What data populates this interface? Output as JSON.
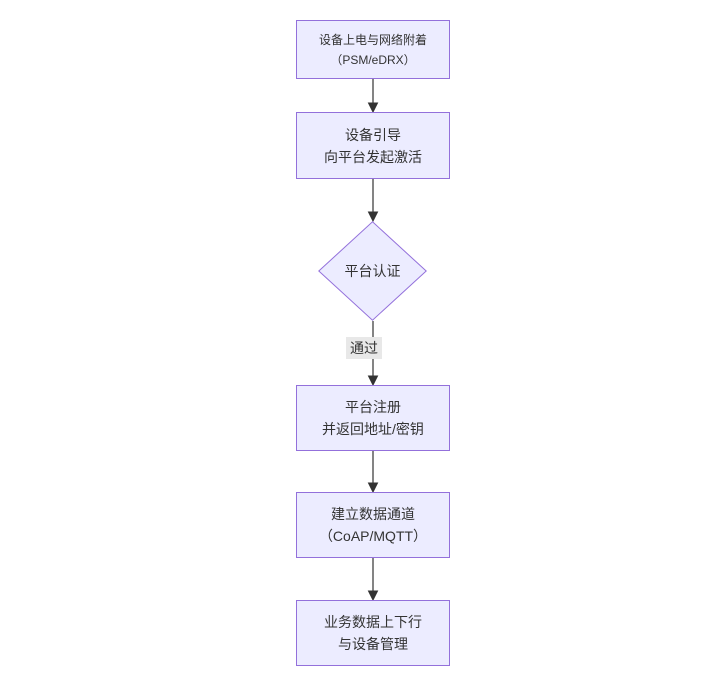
{
  "diagram": {
    "type": "flowchart-top-down",
    "nodes": {
      "power": {
        "line1": "设备上电与网络附着",
        "line2": "（PSM/eDRX）"
      },
      "bootstrap": {
        "line1": "设备引导",
        "line2": "向平台发起激活"
      },
      "auth": {
        "label": "平台认证",
        "shape": "diamond"
      },
      "register": {
        "line1": "平台注册",
        "line2": "并返回地址/密钥"
      },
      "channel": {
        "line1": "建立数据通道",
        "line2": "（CoAP/MQTT）"
      },
      "business": {
        "line1": "业务数据上下行",
        "line2": "与设备管理"
      }
    },
    "edges": {
      "auth_to_register_label": "通过"
    },
    "colors": {
      "node_fill": "#ECECFF",
      "node_border": "#9370DB",
      "edge_color": "#333333",
      "text_color": "#333333",
      "edge_label_bg": "#e8e8e8",
      "background": "#ffffff"
    }
  }
}
